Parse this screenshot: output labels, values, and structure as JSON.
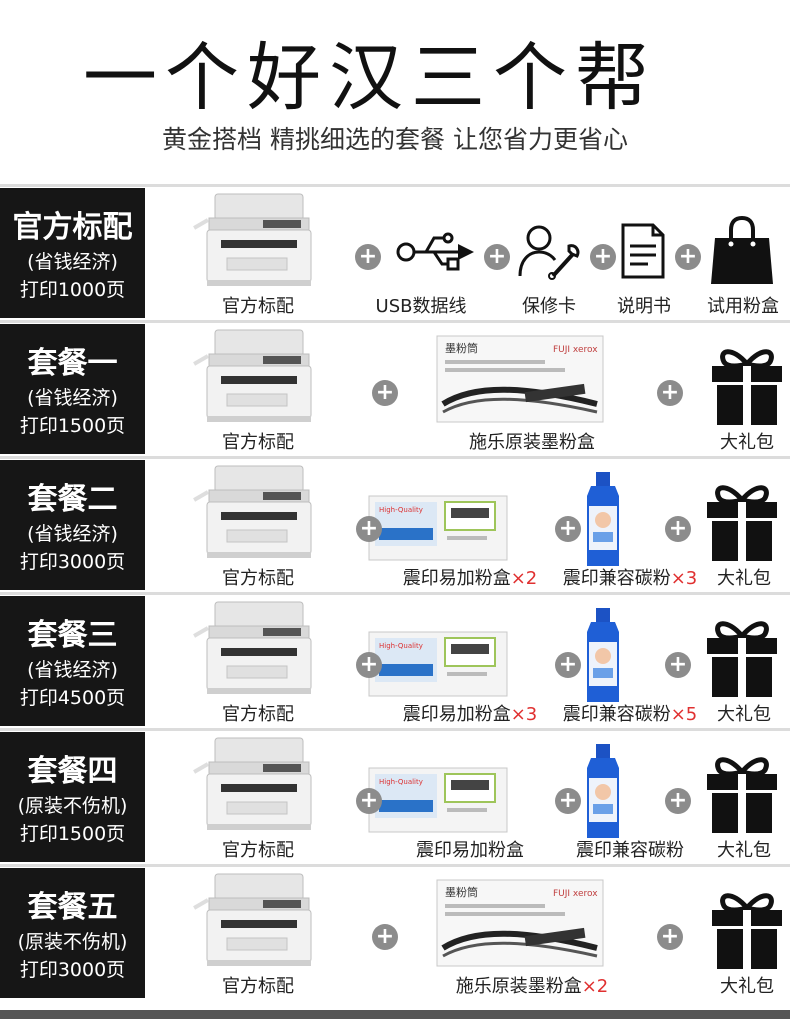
{
  "header": {
    "title": "一个好汉三个帮",
    "subtitle": "黄金搭档 精挑细选的套餐 让您省力更省心"
  },
  "plus_symbol": "+",
  "packages": [
    {
      "name": "官方标配",
      "subtitle": "(省钱经济)",
      "pages": "打印1000页",
      "items": [
        {
          "icon": "printer-image",
          "caption": "官方标配"
        },
        {
          "icon": "usb-icon",
          "caption": "USB数据线"
        },
        {
          "icon": "warranty-card-icon",
          "caption": "保修卡"
        },
        {
          "icon": "manual-icon",
          "caption": "说明书"
        },
        {
          "icon": "trial-toner-icon",
          "caption": "试用粉盒"
        }
      ]
    },
    {
      "name": "套餐一",
      "subtitle": "(省钱经济)",
      "pages": "打印1500页",
      "items": [
        {
          "icon": "printer-image",
          "caption": "官方标配"
        },
        {
          "icon": "original-toner-box-image",
          "caption": "施乐原装墨粉盒",
          "box_brand": "墨粉筒",
          "box_logo": "FUJI xerox"
        },
        {
          "icon": "gift-box-icon",
          "caption": "大礼包"
        }
      ]
    },
    {
      "name": "套餐二",
      "subtitle": "(省钱经济)",
      "pages": "打印3000页",
      "items": [
        {
          "icon": "printer-image",
          "caption": "官方标配"
        },
        {
          "icon": "compatible-toner-box-image",
          "caption": "震印易加粉盒",
          "qty": "×2",
          "box_label": "High-Quality"
        },
        {
          "icon": "toner-bottle-image",
          "caption": "震印兼容碳粉",
          "qty": "×3"
        },
        {
          "icon": "gift-box-icon",
          "caption": "大礼包"
        }
      ]
    },
    {
      "name": "套餐三",
      "subtitle": "(省钱经济)",
      "pages": "打印4500页",
      "items": [
        {
          "icon": "printer-image",
          "caption": "官方标配"
        },
        {
          "icon": "compatible-toner-box-image",
          "caption": "震印易加粉盒",
          "qty": "×3",
          "box_label": "High-Quality"
        },
        {
          "icon": "toner-bottle-image",
          "caption": "震印兼容碳粉",
          "qty": "×5"
        },
        {
          "icon": "gift-box-icon",
          "caption": "大礼包"
        }
      ]
    },
    {
      "name": "套餐四",
      "subtitle": "(原装不伤机)",
      "pages": "打印1500页",
      "items": [
        {
          "icon": "printer-image",
          "caption": "官方标配"
        },
        {
          "icon": "compatible-toner-box-image",
          "caption": "震印易加粉盒",
          "qty": "",
          "box_label": "High-Quality"
        },
        {
          "icon": "toner-bottle-image",
          "caption": "震印兼容碳粉",
          "qty": ""
        },
        {
          "icon": "gift-box-icon",
          "caption": "大礼包"
        }
      ]
    },
    {
      "name": "套餐五",
      "subtitle": "(原装不伤机)",
      "pages": "打印3000页",
      "items": [
        {
          "icon": "printer-image",
          "caption": "官方标配"
        },
        {
          "icon": "original-toner-box-image",
          "caption": "施乐原装墨粉盒",
          "qty": "×2",
          "box_brand": "墨粉筒",
          "box_logo": "FUJI xerox"
        },
        {
          "icon": "gift-box-icon",
          "caption": "大礼包"
        }
      ]
    }
  ]
}
